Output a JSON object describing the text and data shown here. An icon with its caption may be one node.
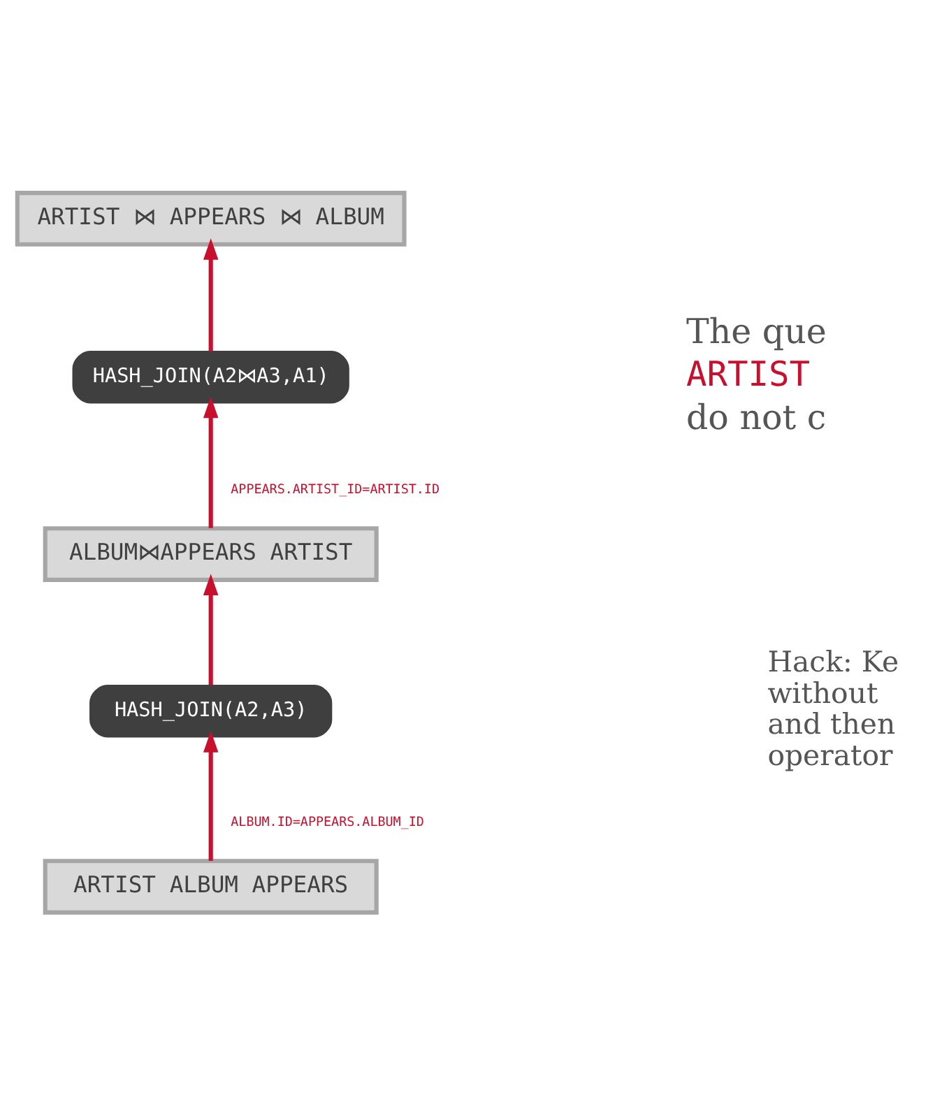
{
  "diagram": {
    "nodes": [
      {
        "text": [
          "ARTIST ⋈ APPEARS ⋈ ALBUM"
        ]
      },
      {
        "text": [
          "HASH_JOIN(A2⋈A3,A1)"
        ]
      },
      {
        "text": [
          "ALBUM⋈APPEARS ARTIST"
        ]
      },
      {
        "text": [
          "HASH_JOIN(A2,A3)"
        ]
      },
      {
        "text": [
          "ARTIST ALBUM APPEARS"
        ]
      }
    ],
    "edges": [
      {
        "from": 4,
        "to": 3,
        "arrow": "to",
        "label": "ALBUM.ID=APPEARS.ALBUM_ID"
      },
      {
        "from": 3,
        "to": 2,
        "arrow": "to"
      },
      {
        "from": 2,
        "to": 1,
        "arrow": "to",
        "label": "APPEARS.ARTIST_ID=ARTIST.ID"
      },
      {
        "from": 1,
        "to": 0,
        "arrow": "to"
      }
    ],
    "labels": [
      "The que",
      "ARTIST",
      "do not c",
      "Hack: Ke without and then operator"
    ]
  }
}
